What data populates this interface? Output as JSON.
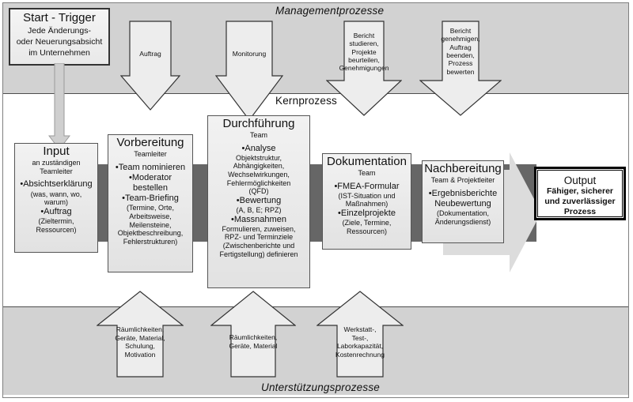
{
  "bands": {
    "management": "Managementprozesse",
    "core": "Kernprozess",
    "support": "Unterstützungsprozesse"
  },
  "start": {
    "title": "Start - Trigger",
    "line1": "Jede Änderungs-",
    "line2": "oder Neuerungsabsicht",
    "line3": "im Unternehmen"
  },
  "management_arrows": [
    {
      "label": "Auftrag"
    },
    {
      "label": "Monitorung"
    },
    {
      "label": "Bericht\nstudieren,\nProjekte\nbeurteilen,\nGenehmigungen"
    },
    {
      "label": "Bericht\ngenehmigen,\nAuftrag\nbeenden,\nProzess\nbewerten"
    }
  ],
  "core_boxes": [
    {
      "title": "Input",
      "subtitle": "an zuständigen\nTeamleiter",
      "items": [
        {
          "bullet": "•Absichtserklärung",
          "detail": "(was, wann, wo,\nwarum)"
        },
        {
          "bullet": "•Auftrag",
          "detail": "(Zieltermin,\nRessourcen)"
        }
      ]
    },
    {
      "title": "Vorbereitung",
      "subtitle": "Teamleiter",
      "items": [
        {
          "bullet": "•Team nominieren",
          "detail": ""
        },
        {
          "bullet": "•Moderator\nbestellen",
          "detail": ""
        },
        {
          "bullet": "•Team-Briefing",
          "detail": "(Termine, Orte,\nArbeitsweise,\nMeilensteine,\nObjektbeschreibung,\nFehlerstrukturen)"
        }
      ]
    },
    {
      "title": "Durchführung",
      "subtitle": "Team",
      "items": [
        {
          "bullet": "•Analyse",
          "detail": "Objektstruktur,\nAbhängigkeiten,\nWechselwirkungen,\nFehlermöglichkeiten\n(QFD)"
        },
        {
          "bullet": "•Bewertung",
          "detail": "(A, B, E; RPZ)"
        },
        {
          "bullet": "•Massnahmen",
          "detail": "Formulieren, zuweisen,\nRPZ- und Terminziele\n(Zwischenberichte und\nFertigstellung) definieren"
        }
      ]
    },
    {
      "title": "Dokumentation",
      "subtitle": "Team",
      "items": [
        {
          "bullet": "•FMEA-Formular",
          "detail": "(IST-Situation und\nMaßnahmen)"
        },
        {
          "bullet": "•Einzelprojekte",
          "detail": "(Ziele, Termine,\nRessourcen)"
        }
      ]
    },
    {
      "title": "Nachbereitung",
      "subtitle": "Team & Projektleiter",
      "items": [
        {
          "bullet": "•Ergebnisberichte\nNeubewertung",
          "detail": "(Dokumentation,\nÄnderungsdienst)"
        }
      ]
    }
  ],
  "output": {
    "title": "Output",
    "line1": "Fähiger, sicherer",
    "line2": "und zuverlässiger",
    "line3": "Prozess"
  },
  "support_arrows": [
    {
      "label": "Räumlichkeiten,\nGeräte, Material,\nSchulung,\nMotivation"
    },
    {
      "label": "Räumlichkeiten,\nGeräte, Material"
    },
    {
      "label": "Werkstatt-,\nTest-,\nLaborkapazität,\nKostenrechnung"
    }
  ],
  "colors": {
    "band_gray": "#d2d2d2",
    "dark_band": "#666666",
    "box_fill": "#eeeeee",
    "border": "#555555",
    "page": "#ffffff"
  }
}
